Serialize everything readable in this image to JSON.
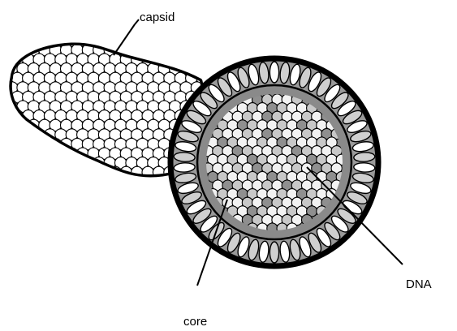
{
  "labels": {
    "capsid": "capsid",
    "core": "core",
    "dna": "DNA"
  },
  "colors": {
    "outline": "#000000",
    "bead_fill": "#ffffff",
    "shell_band": "#999999",
    "shell_cell_fill": "#ffffff",
    "shell_cell_alt": "#cfcfcf",
    "core_ring": "#8a8a8a",
    "core_bead_light": "#f2f2f2",
    "core_bead_mid": "#c8c8c8",
    "core_bead_dark": "#8f8f8f"
  }
}
